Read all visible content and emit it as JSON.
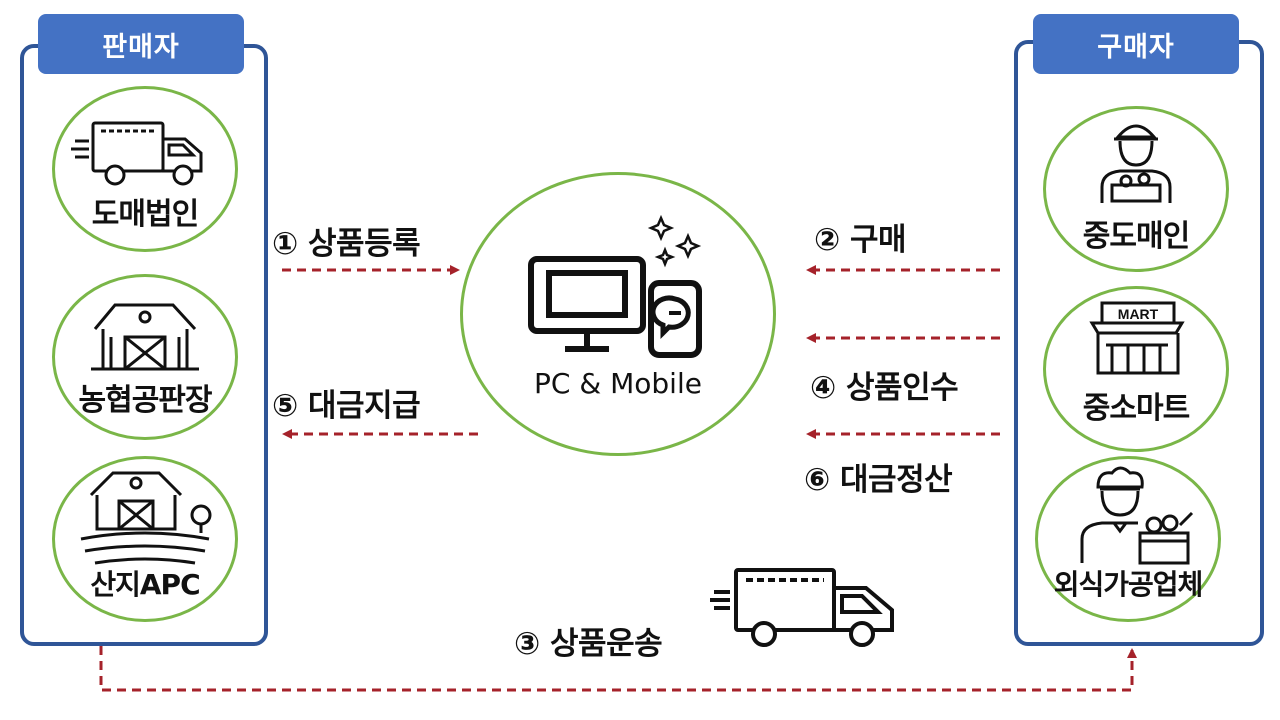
{
  "seller": {
    "title": "판매자",
    "nodes": [
      {
        "label": "도매법인",
        "icon": "truck-icon"
      },
      {
        "label": "농협공판장",
        "icon": "barn-icon"
      },
      {
        "label": "산지APC",
        "icon": "farm-icon"
      }
    ]
  },
  "buyer": {
    "title": "구매자",
    "nodes": [
      {
        "label": "중도매인",
        "icon": "worker-icon"
      },
      {
        "label": "중소마트",
        "icon": "mart-icon",
        "sign_text": "MART"
      },
      {
        "label": "외식가공업체",
        "icon": "chef-icon"
      }
    ]
  },
  "center": {
    "label": "PC & Mobile",
    "icon": "pc-mobile-icon"
  },
  "steps": {
    "s1": "① 상품등록",
    "s2": "② 구매",
    "s3": "③ 상품운송",
    "s4": "④ 상품인수",
    "s5": "⑤ 대금지급",
    "s6": "⑥ 대금정산"
  },
  "colors": {
    "panel_border": "#2f5597",
    "panel_tab": "#4472c4",
    "circle_border": "#7ab648",
    "arrow": "#a5222a"
  }
}
